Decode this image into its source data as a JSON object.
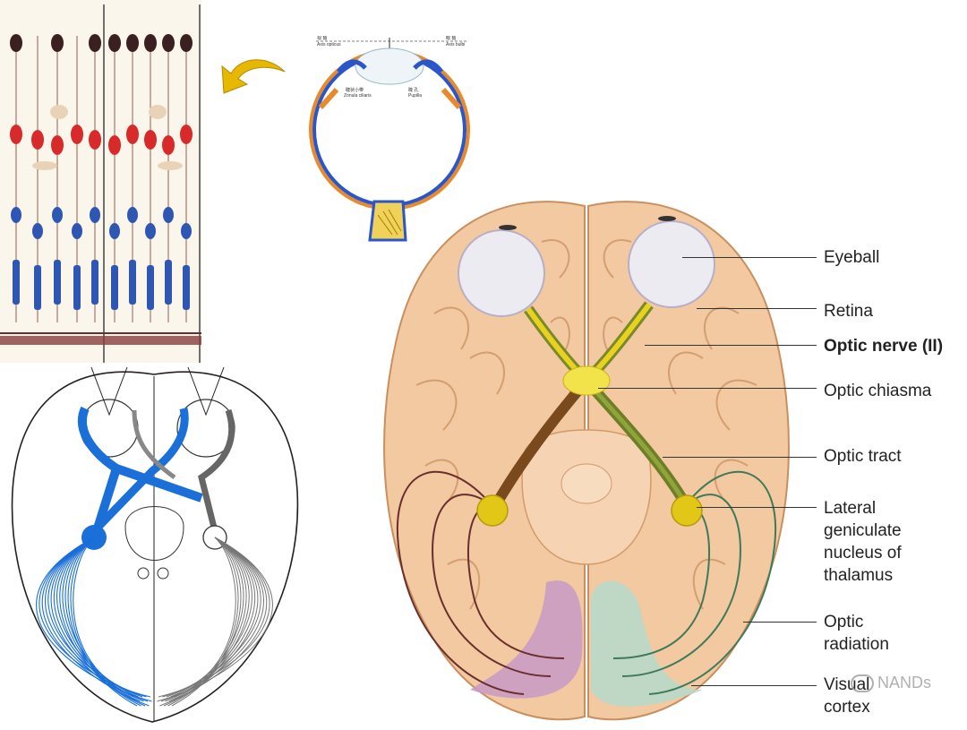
{
  "labels": {
    "eyeball": "Eyeball",
    "retina": "Retina",
    "optic_nerve": "Optic nerve (II)",
    "optic_chiasma": "Optic chiasma",
    "optic_tract": "Optic tract",
    "lateral_geniculate": "Lateral\ngeniculate\nnucleus of\nthalamus",
    "optic_radiation": "Optic\nradiation",
    "visual_cortex": "Visual\ncortex"
  },
  "eye_section_labels": {
    "axis_opticus_cn": "视 轴",
    "axis_opticus": "Axis opticus",
    "axis_bulbi_cn": "眼 轴",
    "axis_bulbi": "Axis bulbi",
    "zonula_cn": "睫状小带",
    "zonula": "Zonula ciliaris",
    "pupilla_cn": "瞳 孔",
    "pupilla": "Pupilla"
  },
  "watermark": "NANDs",
  "colors": {
    "brain_tan": "#f2c9a0",
    "optic_yellow": "#e8d21f",
    "pathway_blue": "#1a6fd8",
    "rod_blue": "#2f56b3",
    "cone_red": "#d82a2a",
    "lgn_yellow": "#e2c716",
    "cortex_purple": "#c99ac7",
    "cortex_green": "#b9d9c9"
  },
  "icons": {
    "arrow": "curved-arrow-left-icon",
    "watermark": "wechat-icon"
  }
}
